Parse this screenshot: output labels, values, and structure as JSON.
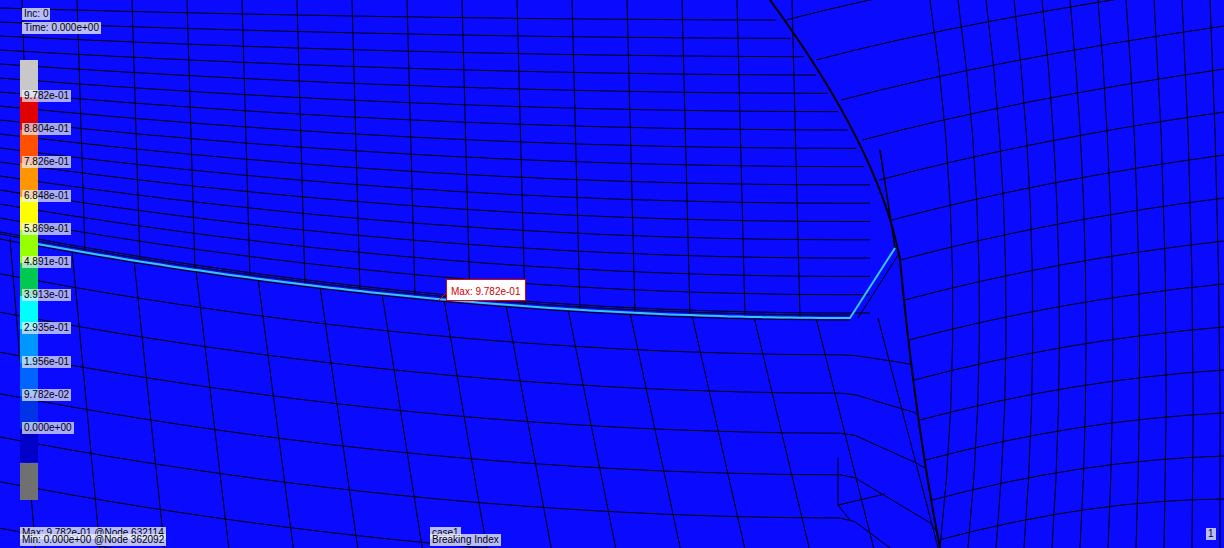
{
  "diagram": {
    "nodes": [
      {
        "text": [
          "Max: 9.782e-01"
        ]
      }
    ],
    "labels": [
      "Inc: 0",
      "Time: 0.000e+00",
      "Max: 9.782e-01 @Node 632114",
      "Min: 0.000e+00 @Node 362092",
      "case1",
      "Breaking Index",
      "1"
    ],
    "legend": [
      {
        "text": "9.782e-01",
        "color": "#e00000"
      },
      {
        "text": "8.804e-01",
        "color": "#ff5000"
      },
      {
        "text": "7.826e-01",
        "color": "#ff9600"
      },
      {
        "text": "6.848e-01",
        "color": "#ffff00"
      },
      {
        "text": "5.869e-01",
        "color": "#96ff00"
      },
      {
        "text": "4.891e-01",
        "color": "#00c850"
      },
      {
        "text": "3.913e-01",
        "color": "#00ffff"
      },
      {
        "text": "2.935e-01",
        "color": "#0096ff"
      },
      {
        "text": "1.956e-01",
        "color": "#0064ff"
      },
      {
        "text": "9.782e-02",
        "color": "#0032e6"
      },
      {
        "text": "0.000e+00",
        "color": "#0000c8"
      }
    ]
  }
}
